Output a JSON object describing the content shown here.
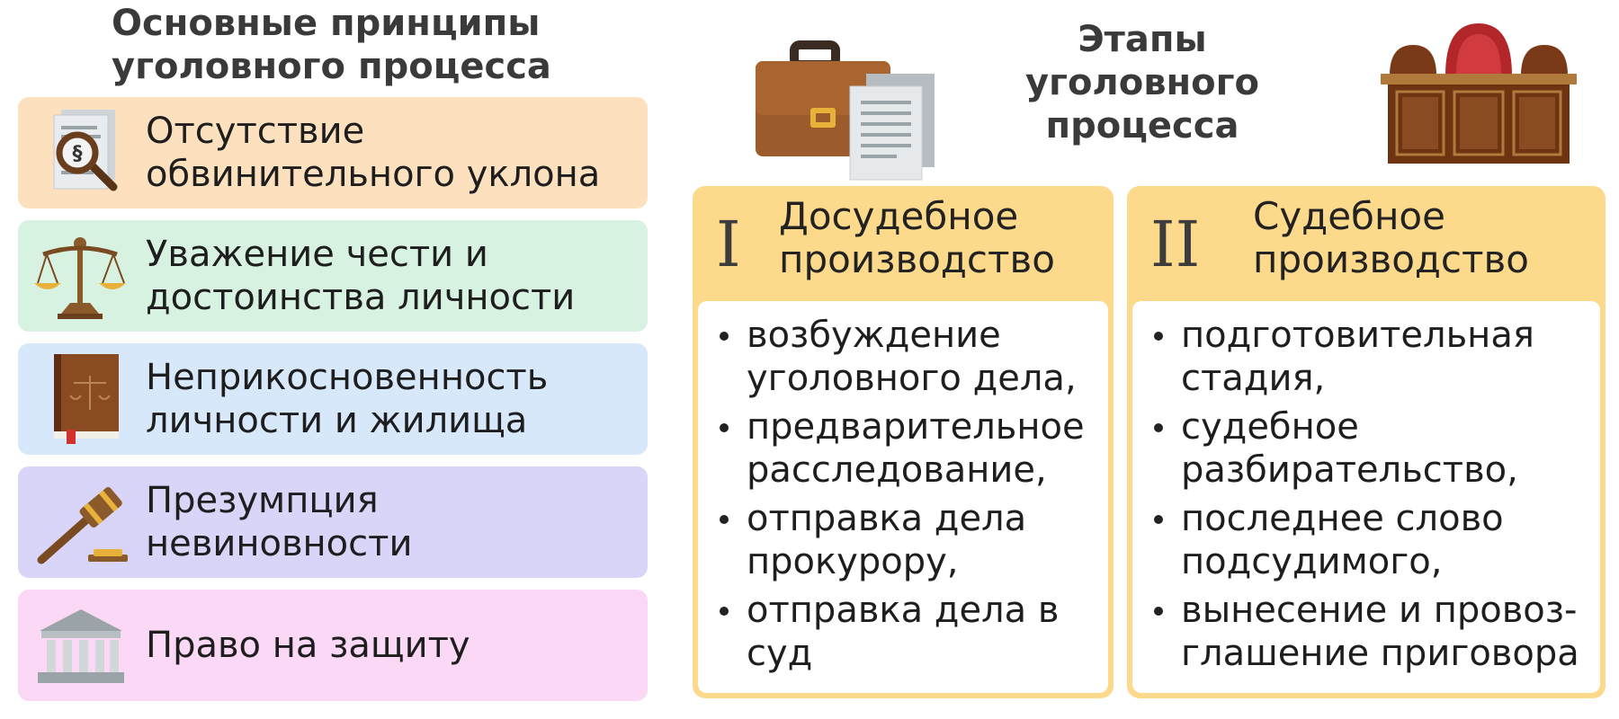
{
  "left_title": "Основные принципы уголовного процесса",
  "principles": [
    {
      "label": "Отсутствие обвинительного уклона",
      "bg": "#fde1bf",
      "icon": "document-magnifier-icon"
    },
    {
      "label": "Уважение чести и достоинства личности",
      "bg": "#d8f2e2",
      "icon": "scales-icon"
    },
    {
      "label": "Неприкосновенность личности и жилища",
      "bg": "#d8e8fb",
      "icon": "law-book-icon"
    },
    {
      "label": "Презумпция невиновности",
      "bg": "#d8d5f8",
      "icon": "gavel-icon"
    },
    {
      "label": "Право на защиту",
      "bg": "#fbd9f6",
      "icon": "courthouse-icon"
    }
  ],
  "stages_title": "Этапы уголовного процесса",
  "illustrations": {
    "left": "briefcase-documents-icon",
    "right": "courtroom-bench-icon"
  },
  "stages": [
    {
      "numeral": "I",
      "heading": "Досудебное производство",
      "items": [
        "возбуждение уголовного дела,",
        "предварительное расследование,",
        "отправка дела прокурору,",
        "отправка дела в суд"
      ]
    },
    {
      "numeral": "II",
      "heading": "Судебное производство",
      "items": [
        "подготовительная стадия,",
        "судебное разбирательство,",
        "последнее слово подсудимого,",
        "вынесение и провоз-глашение приговора"
      ]
    }
  ],
  "colors": {
    "stage_header": "#fcd98b",
    "title_text": "#3a3a3a"
  }
}
